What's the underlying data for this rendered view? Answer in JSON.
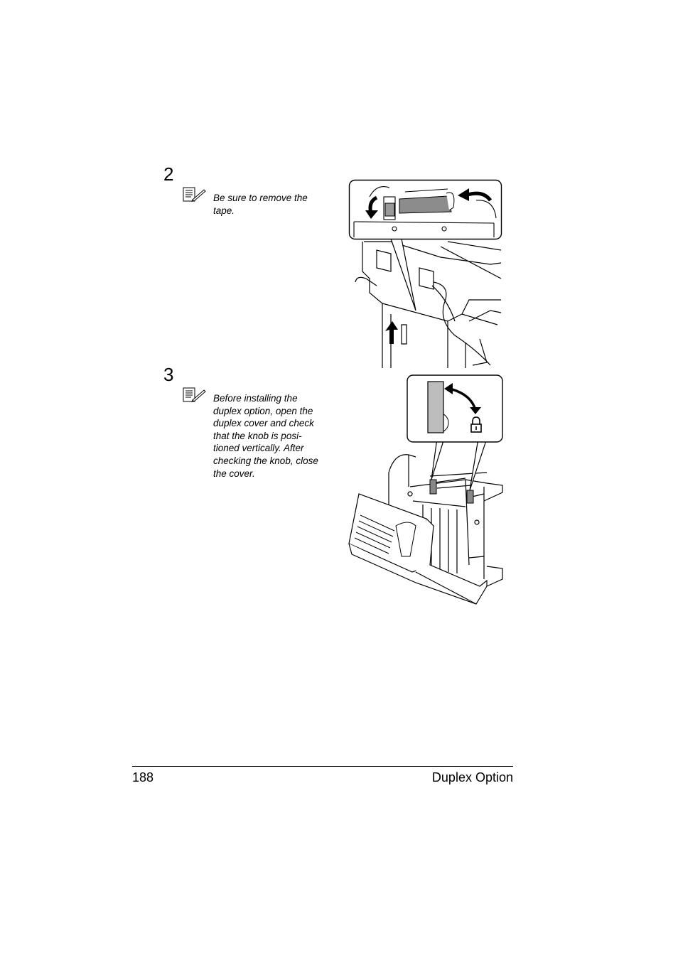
{
  "steps": [
    {
      "number": "2",
      "note": [
        "Be sure to remove the",
        "tape."
      ]
    },
    {
      "number": "3",
      "note": [
        "Before installing the",
        "duplex option, open the",
        "duplex cover and check",
        "that the knob is posi-",
        "tioned vertically. After",
        "checking the knob, close",
        "the cover."
      ]
    }
  ],
  "footer": {
    "page_number": "188",
    "section_title": "Duplex Option"
  },
  "icons": {
    "note": "note-pencil-icon",
    "lock": "lock-icon"
  }
}
